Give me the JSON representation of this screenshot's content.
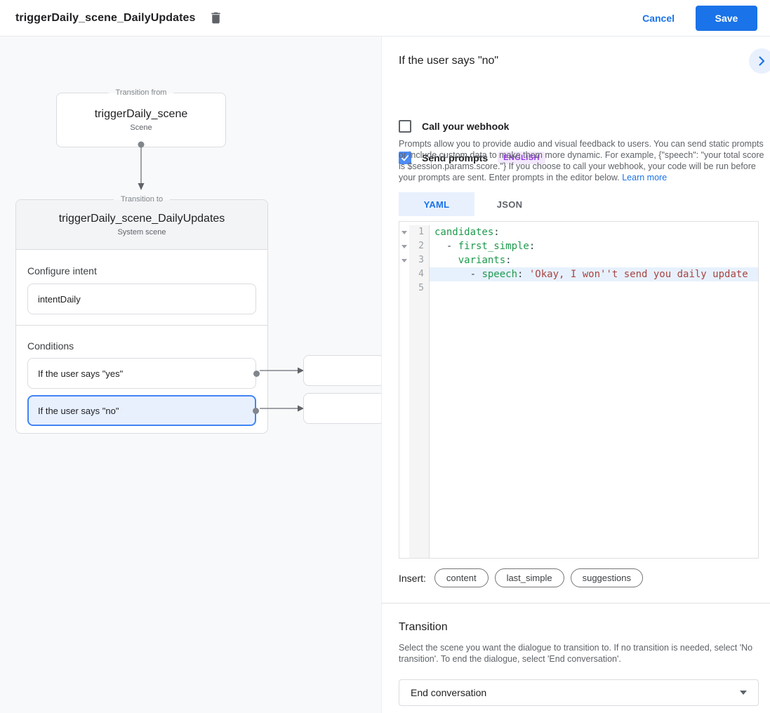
{
  "header": {
    "title": "triggerDaily_scene_DailyUpdates",
    "cancel_label": "Cancel",
    "save_label": "Save"
  },
  "icons": {
    "delete": "trash-can",
    "expand": "chevron-right ›",
    "fold": "triangle-down ▾",
    "checkmark": "✓",
    "dropdown_caret": "caret-down ▾"
  },
  "colors": {
    "accent_blue": "#1a73e8",
    "selected_condition_border": "#4285f4",
    "selected_condition_fill": "#e8f0fe",
    "checkbox_checked": "#4c8bf5",
    "badge_bg": "#f3e8fd",
    "badge_text": "#9334e6",
    "yaml_key": "#1e9b4d",
    "yaml_string": "#a94442",
    "active_line": "#e7f1fd"
  },
  "canvas": {
    "from_card": {
      "legend": "Transition from",
      "title": "triggerDaily_scene",
      "subtitle": "Scene"
    },
    "to_card": {
      "legend": "Transition to",
      "title": "triggerDaily_scene_DailyUpdates",
      "subtitle": "System scene",
      "intent_label": "Configure intent",
      "intent_value": "intentDaily",
      "conditions_label": "Conditions",
      "condition_yes": "If the user says \"yes\"",
      "condition_no": "If the user says \"no\""
    }
  },
  "panel": {
    "title": "If the user says \"no\"",
    "webhook_label": "Call your webhook",
    "prompts_label": "Send prompts",
    "language_badge": "ENGLISH",
    "description": "Prompts allow you to provide audio and visual feedback to users. You can send static prompts or include custom data to make them more dynamic. For example, {\"speech\": \"your total score is $session.params.score.\"} If you choose to call your webhook, your code will be run before your prompts are sent. Enter prompts in the editor below. ",
    "learn_more": "Learn more",
    "tab_yaml": "YAML",
    "tab_json": "JSON",
    "editor": {
      "line1": {
        "num": "1",
        "key": "candidates",
        "colon": ":"
      },
      "line2": {
        "num": "2",
        "pre": "  - ",
        "key": "first_simple",
        "colon": ":"
      },
      "line3": {
        "num": "3",
        "pre": "    ",
        "key": "variants",
        "colon": ":"
      },
      "line4": {
        "num": "4",
        "pre": "      - ",
        "key": "speech",
        "colon": ": ",
        "str": "'Okay, I won''t send you daily update"
      },
      "line5": {
        "num": "5"
      }
    },
    "insert_label": "Insert:",
    "chip1": "content",
    "chip2": "last_simple",
    "chip3": "suggestions",
    "transition": {
      "title": "Transition",
      "description": "Select the scene you want the dialogue to transition to. If no transition is needed, select 'No transition'. To end the dialogue, select 'End conversation'.",
      "value": "End conversation"
    }
  }
}
